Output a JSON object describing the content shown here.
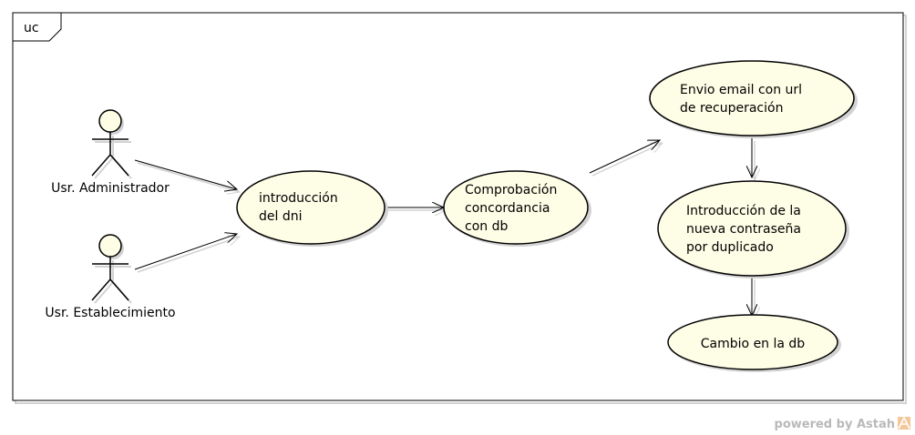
{
  "frame": {
    "label": "uc"
  },
  "actors": [
    {
      "id": "admin",
      "label": "Usr. Administrador"
    },
    {
      "id": "estab",
      "label": "Usr. Establecimiento"
    }
  ],
  "use_cases": [
    {
      "id": "dni",
      "lines": [
        "introducción",
        "del dni"
      ]
    },
    {
      "id": "comp",
      "lines": [
        "Comprobación",
        "concordancia",
        "con db"
      ]
    },
    {
      "id": "envio",
      "lines": [
        "Envio email con url",
        "de recuperación"
      ]
    },
    {
      "id": "nueva",
      "lines": [
        "Introducción de la",
        "nueva contraseña",
        "por duplicado"
      ]
    },
    {
      "id": "cambio",
      "lines": [
        "Cambio en la db"
      ]
    }
  ],
  "footer": {
    "powered_by": "powered by Astah"
  },
  "colors": {
    "usecase_fill": "#fefde6",
    "shadow": "#d2d2d2",
    "stroke": "#000000"
  }
}
